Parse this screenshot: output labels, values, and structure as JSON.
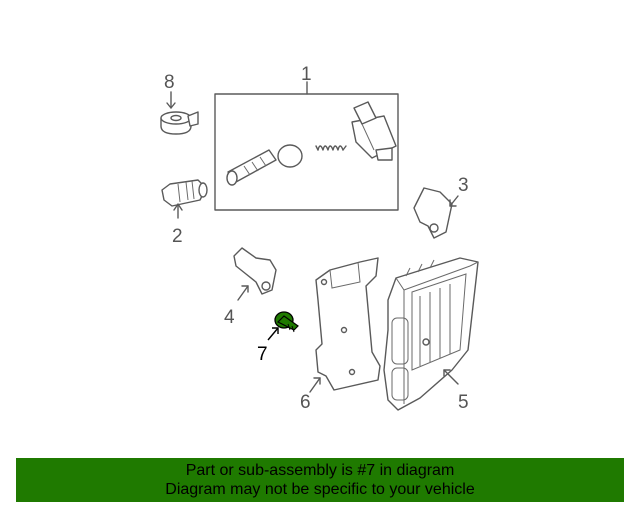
{
  "labels": {
    "p1": "1",
    "p2": "2",
    "p3": "3",
    "p4": "4",
    "p5": "5",
    "p6": "6",
    "p7": "7",
    "p8": "8"
  },
  "highlight_color": "#1f7a00",
  "banner": {
    "line1": "Part or sub-assembly is #7 in diagram",
    "line2": "Diagram may not be specific to your vehicle"
  }
}
